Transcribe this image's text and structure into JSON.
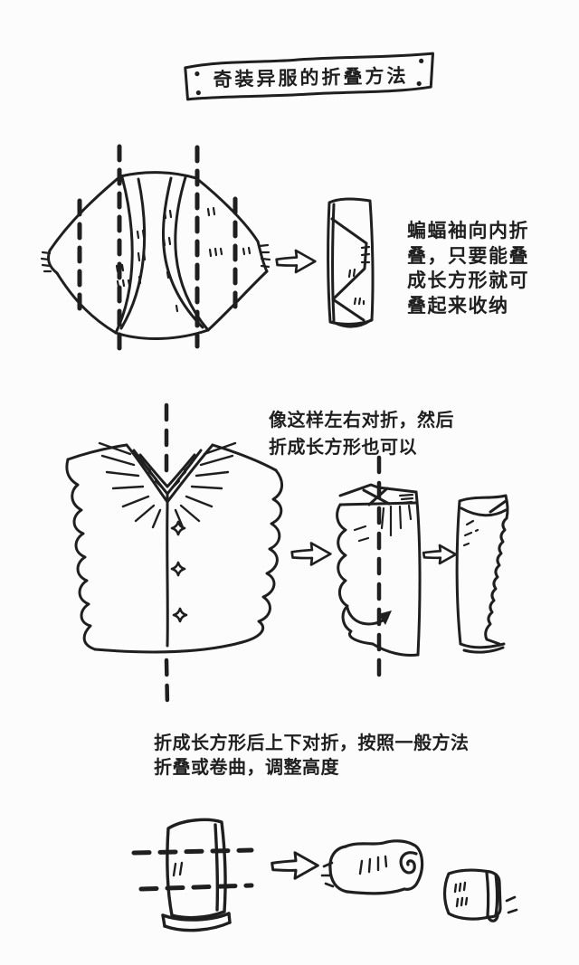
{
  "colors": {
    "paper": "#fcfcfc",
    "ink": "#1f1f1f"
  },
  "title": {
    "text": "奇装异服的折叠方法"
  },
  "steps": [
    {
      "caption_lines": [
        "蝙蝠袖向内折",
        "叠，只要能叠",
        "成长方形就可",
        "叠起来收纳"
      ],
      "illustrations": [
        "batwing-top-with-fold-lines",
        "arrow-right",
        "folded-rectangle-bundle"
      ]
    },
    {
      "caption_lines": [
        "像这样左右对折，然后",
        "折成长方形也可以"
      ],
      "illustrations": [
        "frilled-vest-with-center-fold-line",
        "arrow-right",
        "vest-folded-in-half",
        "arrow-right",
        "vest-folded-rectangle"
      ]
    },
    {
      "caption_lines": [
        "折成长方形后上下对折，按照一般方法",
        "折叠或卷曲，调整高度"
      ],
      "illustrations": [
        "rectangle-with-fold-lines",
        "arrow-right",
        "rolled-garment",
        "folded-block"
      ]
    }
  ]
}
